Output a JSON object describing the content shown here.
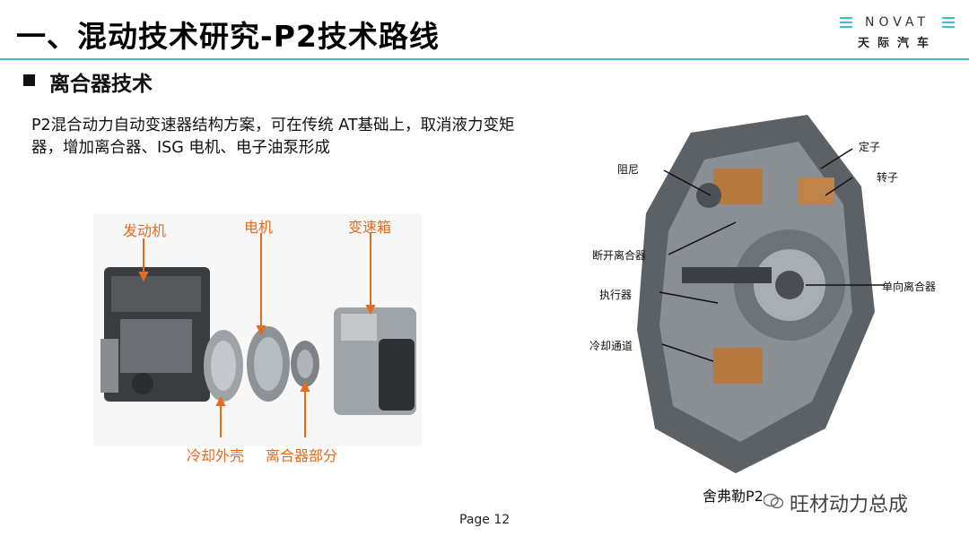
{
  "header": {
    "title": "一、混动技术研究-P2技术路线",
    "logo_wordmark": "NOVAT",
    "logo_cn": "天际汽车",
    "accent_color": "#3fc0c6"
  },
  "section": {
    "heading": "离合器技术",
    "paragraph": "P2混合动力自动变速器结构方案，可在传统 AT基础上，取消液力变矩器，增加离合器、ISG 电机、电子油泵形成"
  },
  "left_figure": {
    "labels": {
      "engine": "发动机",
      "motor": "电机",
      "gearbox": "变速箱",
      "cooling_shell": "冷却外壳",
      "clutch_part": "离合器部分"
    },
    "label_color": "#e56b1f"
  },
  "right_figure": {
    "labels": {
      "stator": "定子",
      "rotor": "转子",
      "damper": "阻尼",
      "disconnect_clutch": "断开离合器",
      "one_way_clutch": "单向离合器",
      "actuator": "执行器",
      "cooling_channel": "冷却通道"
    },
    "caption": "舍弗勒P2"
  },
  "footer": {
    "page_label": "Page  12",
    "watermark": "旺材动力总成"
  }
}
